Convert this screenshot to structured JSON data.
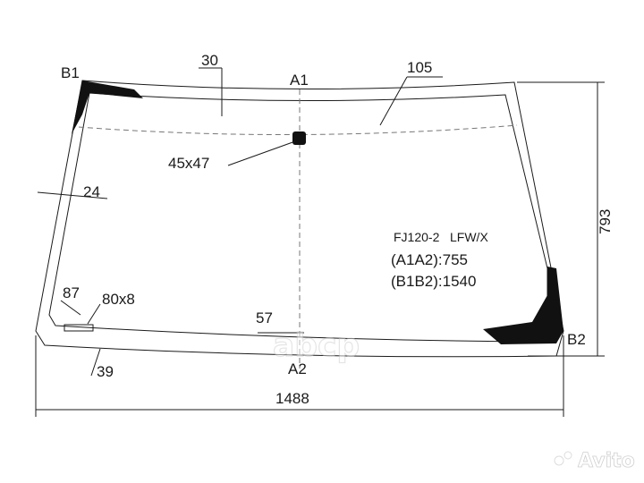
{
  "diagram": {
    "points": {
      "a1": "A1",
      "a2": "A2",
      "b1": "B1",
      "b2": "B2"
    },
    "dimensions": {
      "top_offset": "30",
      "sensor_band": "105",
      "side_border": "24",
      "bottom_left": "87",
      "stamp": "80x8",
      "bottom_center": "57",
      "bottom_edge": "39",
      "width": "1488",
      "height": "793",
      "mirror_pad": "45x47"
    },
    "spec": {
      "model": "FJ120-2",
      "type": "LFW/X",
      "a1a2": "(A1A2):755",
      "b1b2": "(B1B2):1540"
    }
  },
  "watermarks": {
    "center": "abcp",
    "corner": "Avito"
  },
  "colors": {
    "ink": "#1a1a1a",
    "black_ceramic": "#111111",
    "watermark": "#e6e6e6"
  }
}
